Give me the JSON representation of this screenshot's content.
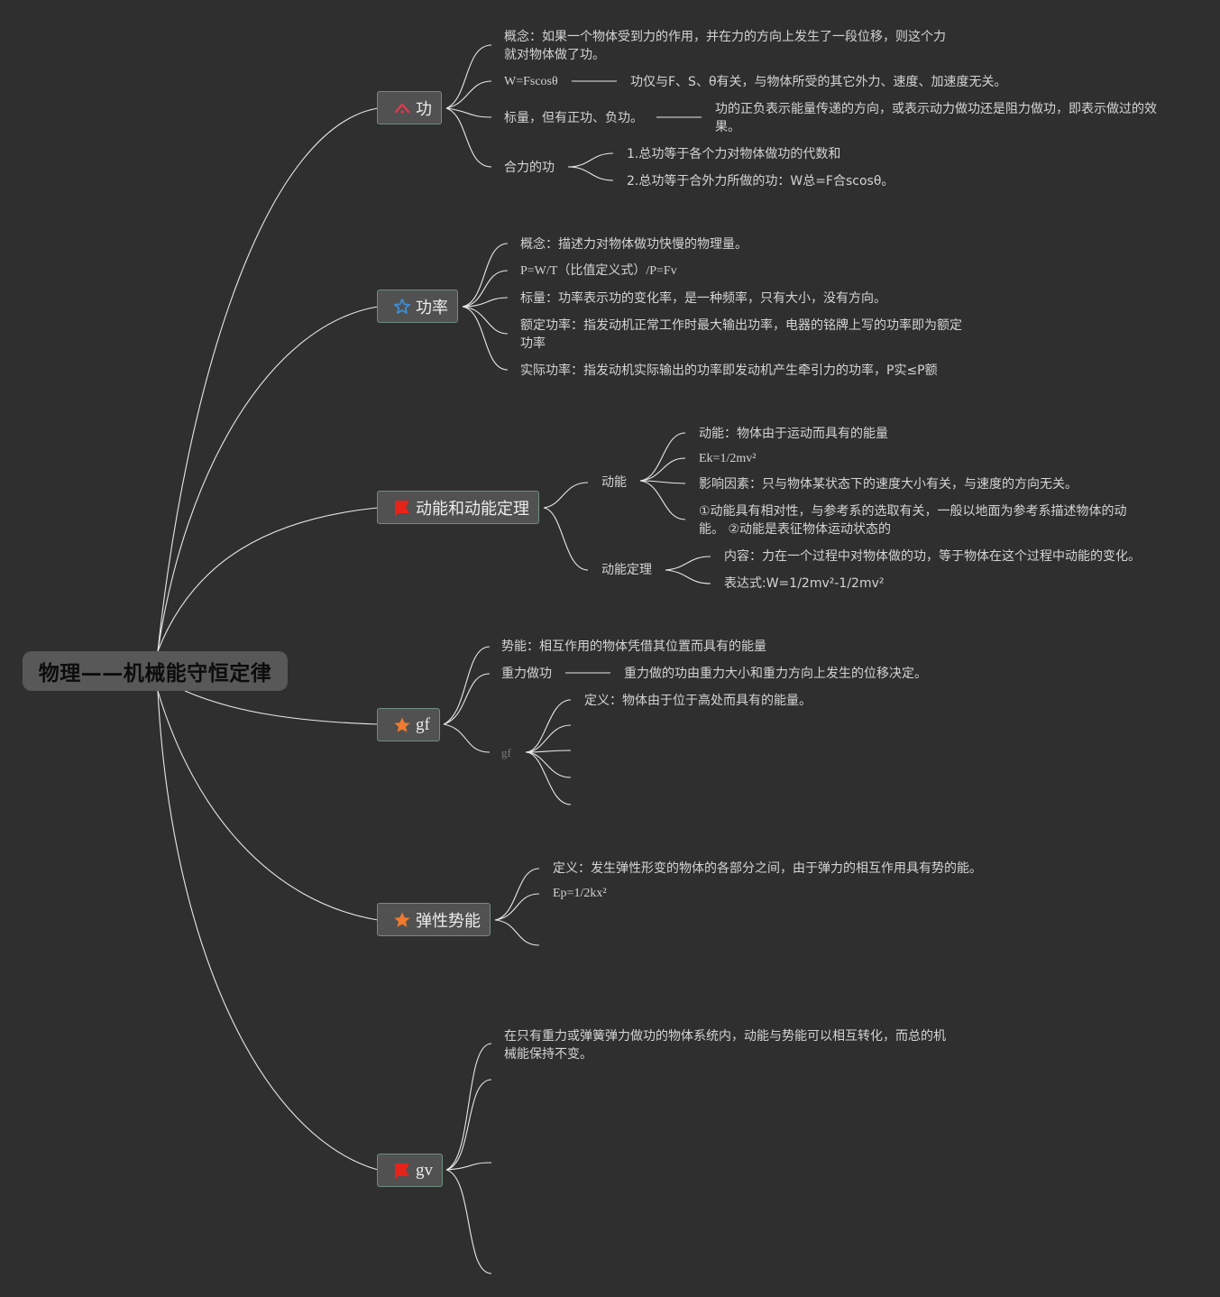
{
  "root": {
    "title": "物理——机械能守恒定律"
  },
  "branches": {
    "work": {
      "label": "功",
      "icon": "warning-icon",
      "color": "#e0394f",
      "concept": "概念：如果一个物体受到力的作用，并在力的方向上发生了一段位移，则这个力就对物体做了功。",
      "formula": "W=Fscosθ",
      "formula_note": "功仅与F、S、θ有关，与物体所受的其它外力、速度、加速度无关。",
      "scalar": "标量，但有正功、负功。",
      "scalar_note": "功的正负表示能量传递的方向，或表示动力做功还是阻力做功，即表示做过的效果。",
      "net_work": "合力的功",
      "net_work_1": "1.总功等于各个力对物体做功的代数和",
      "net_work_2": "2.总功等于合外力所做的功：W总=F合scosθ。"
    },
    "power": {
      "label": "功率",
      "icon": "star-outline-icon",
      "color": "#3a8fd8",
      "concept": "概念：描述力对物体做功快慢的物理量。",
      "formula": "P=W/T（比值定义式）/P=Fv",
      "scalar": "标量：功率表示功的变化率，是一种频率，只有大小，没有方向。",
      "rated": "额定功率：指发动机正常工作时最大输出功率，电器的铭牌上写的功率即为额定功率",
      "actual": "实际功率：指发动机实际输出的功率即发动机产生牵引力的功率，P实≤P额"
    },
    "kinetic": {
      "label": "动能和动能定理",
      "icon": "red-flag-icon",
      "color": "#e8231a",
      "ke": "动能",
      "ke_def": "动能：物体由于运动而具有的能量",
      "ke_formula": "Ek=1/2mv²",
      "ke_factor": "影响因素：只与物体某状态下的速度大小有关，与速度的方向无关。",
      "ke_note": "①动能具有相对性，与参考系的选取有关，一般以地面为参考系描述物体的动能。 ②动能是表征物体运动状态的",
      "theorem": "动能定理",
      "theorem_content": "内容：力在一个过程中对物体做的功，等于物体在这个过程中动能的变化。",
      "theorem_formula": "表达式:W=1/2mv²-1/2mv²"
    },
    "gf": {
      "label": "gf",
      "icon": "orange-star-icon",
      "color": "#f07a2e",
      "potential": "势能：相互作用的物体凭借其位置而具有的能量",
      "gravity_work": "重力做功",
      "gravity_work_note": "重力做的功由重力大小和重力方向上发生的位移决定。",
      "sub": "gf",
      "sub_def": "定义：物体由于位于高处而具有的能量。"
    },
    "elastic": {
      "label": "弹性势能",
      "icon": "orange-star-icon",
      "color": "#f07a2e",
      "def": "定义：发生弹性形变的物体的各部分之间，由于弹力的相互作用具有势的能。",
      "formula": "Ep=1/2kx²"
    },
    "gv": {
      "label": "gv",
      "icon": "red-flag-icon",
      "color": "#e8231a",
      "law": "在只有重力或弹簧弹力做功的物体系统内，动能与势能可以相互转化，而总的机械能保持不变。"
    }
  }
}
